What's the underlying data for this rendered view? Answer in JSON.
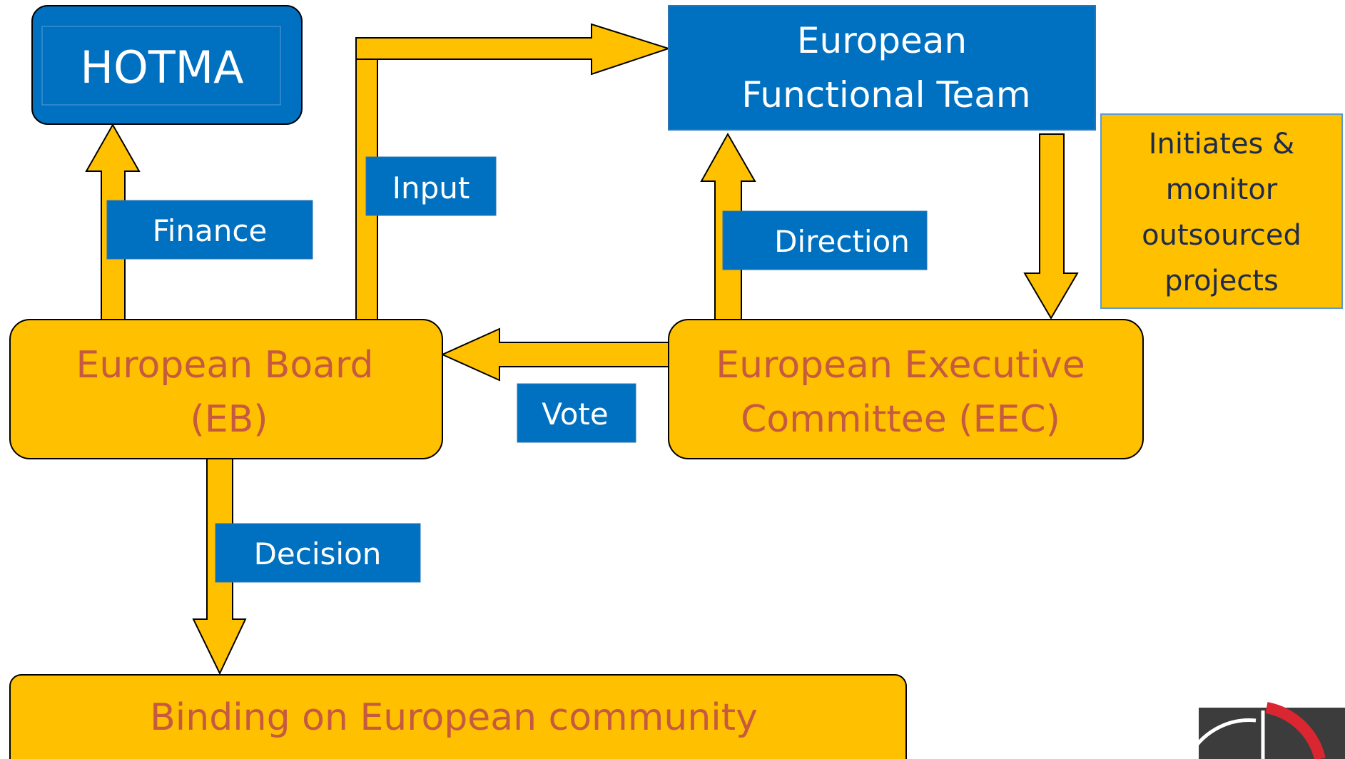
{
  "colors": {
    "blue": "#0070C0",
    "orange": "#FFC000",
    "orange_text": "#C55A41",
    "dark_text": "#1F2B4D",
    "white": "#FFFFFF",
    "logo_red": "#D92630",
    "logo_grey": "#3C3C3C"
  },
  "nodes": {
    "hotma": "HOTMA",
    "eft": [
      "European",
      "Functional Team"
    ],
    "eb": [
      "European Board",
      "(EB)"
    ],
    "eec": [
      "European Executive",
      "Committee (EEC)"
    ],
    "binding": "Binding on European community",
    "note": [
      "Initiates &",
      "monitor",
      "outsourced",
      "projects"
    ]
  },
  "edges": {
    "finance": "Finance",
    "input": "Input",
    "direction": "Direction",
    "vote": "Vote",
    "decision": "Decision"
  },
  "icons": {
    "logo": "corner-logo"
  }
}
